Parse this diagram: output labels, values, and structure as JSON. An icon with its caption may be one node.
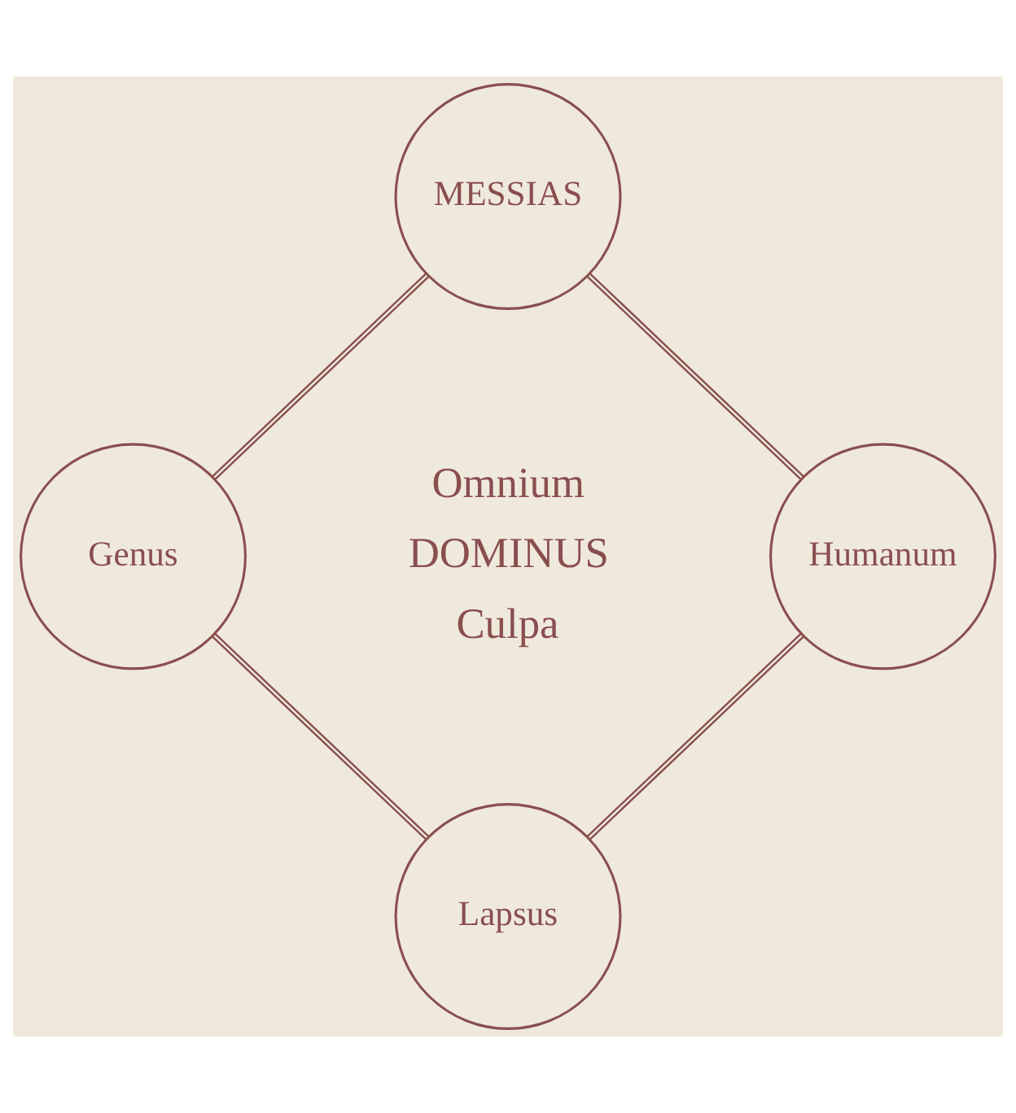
{
  "diagram": {
    "nodes": [
      {
        "text": [
          "MESSIAS"
        ]
      },
      {
        "text": [
          "Genus"
        ]
      },
      {
        "text": [
          "Humanum"
        ]
      },
      {
        "text": [
          "Lapsus"
        ]
      }
    ],
    "edges": [
      {
        "from": 0,
        "to": 1,
        "arrow": "none"
      },
      {
        "from": 0,
        "to": 2,
        "arrow": "none"
      },
      {
        "from": 1,
        "to": 3,
        "arrow": "none"
      },
      {
        "from": 2,
        "to": 3,
        "arrow": "none"
      }
    ],
    "labels": [
      "Omnium",
      "DOMINUS",
      "Culpa"
    ]
  }
}
